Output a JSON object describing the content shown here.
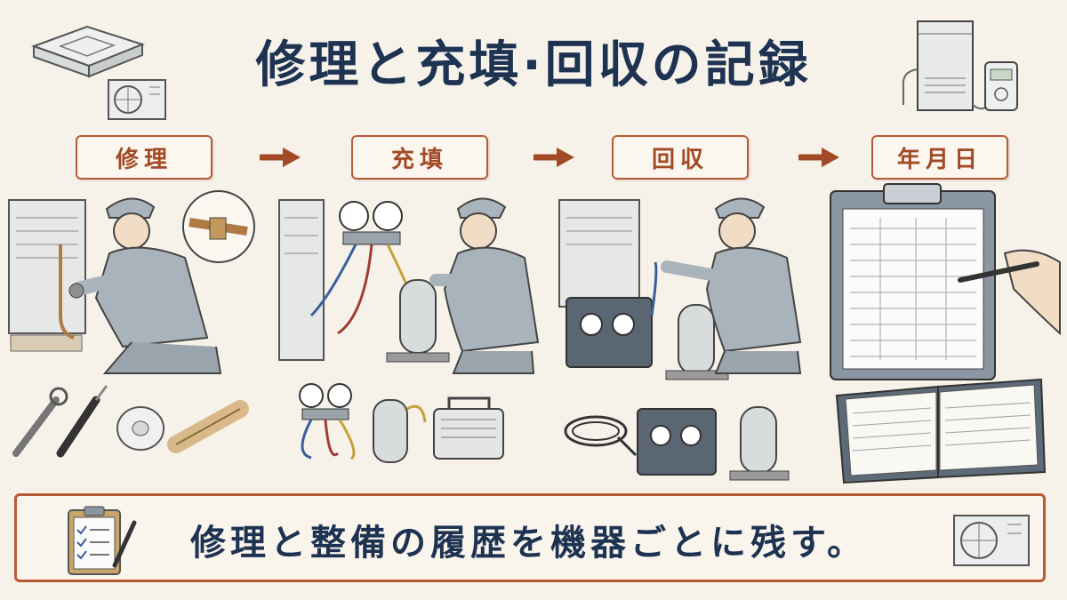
{
  "title": "修理と充填·回収の記録",
  "steps": [
    {
      "label": "修理"
    },
    {
      "label": "充填"
    },
    {
      "label": "回収"
    },
    {
      "label": "年月日"
    }
  ],
  "footer": {
    "text": "修理と整備の履歴を機器ごとに残す。"
  },
  "colors": {
    "title": "#1e3352",
    "accent": "#b85a35",
    "background": "#f6f2ea"
  }
}
